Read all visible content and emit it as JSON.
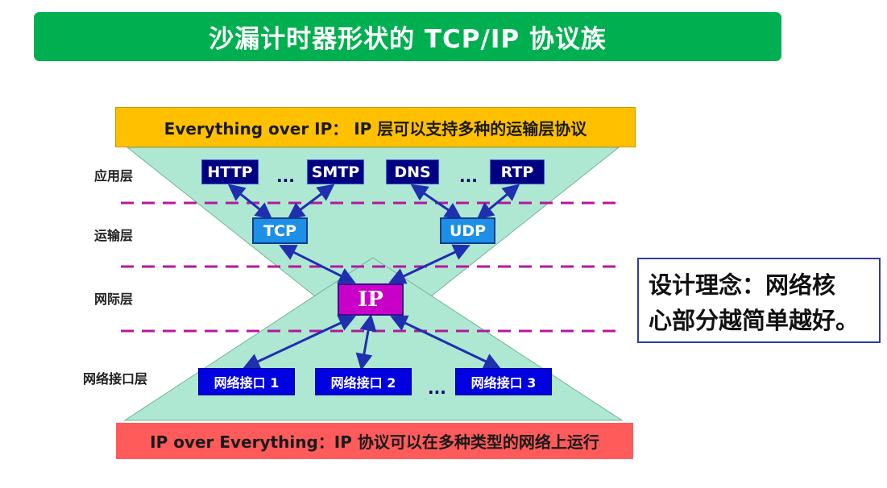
{
  "title": "沙漏计时器形状的 TCP/IP 协议族",
  "top_banner": "Everything over IP： IP 层可以支持多种的运输层协议",
  "bottom_banner": "IP over Everything：IP 协议可以在多种类型的网络上运行",
  "layers": {
    "application": "应用层",
    "transport": "运输层",
    "network": "网际层",
    "interface": "网络接口层"
  },
  "application_protocols": [
    "HTTP",
    "SMTP",
    "DNS",
    "RTP"
  ],
  "transport_protocols": [
    "TCP",
    "UDP"
  ],
  "network_protocol": "IP",
  "interfaces": [
    "网络接口 1",
    "网络接口 2",
    "网络接口 3"
  ],
  "ellipsis": "...",
  "concept": [
    "设计理念：网络核",
    "心部分越简单越好。"
  ],
  "colors": {
    "title_bg": "#00b050",
    "top_banner_bg": "#ffc000",
    "bottom_banner_bg": "#ff5b5b",
    "hourglass_fill": "#aee8d2",
    "divider": "#b4179e",
    "arrow": "#1f2fb0"
  }
}
